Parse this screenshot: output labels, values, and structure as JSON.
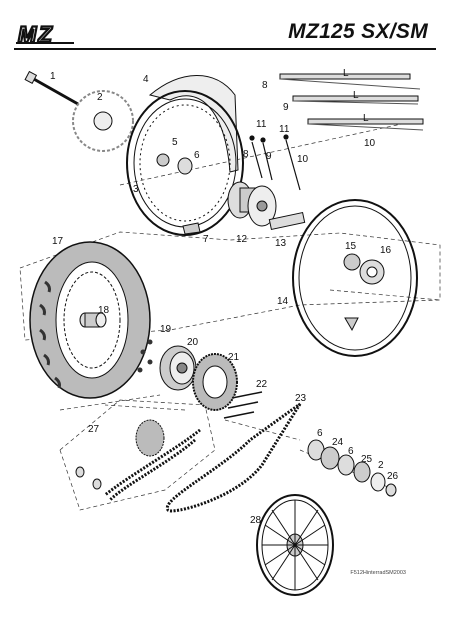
{
  "header": {
    "brand": "MZ",
    "model": "MZ125 SX/SM"
  },
  "callouts": {
    "p1": "1",
    "p2": "2",
    "p3": "3",
    "p4": "4",
    "p5": "5",
    "p6": "6",
    "p7": "7",
    "p8": "8",
    "p9": "9",
    "p10": "10",
    "p11a": "11",
    "p11b": "11",
    "p12": "12",
    "p13": "13",
    "p14": "14",
    "p15": "15",
    "p16": "16",
    "p17": "17",
    "p18": "18",
    "p19": "19",
    "p20": "20",
    "p21": "21",
    "p22": "22",
    "p23": "23",
    "p24": "24",
    "p25": "25",
    "p26": "26",
    "p27": "27",
    "p28": "28",
    "p6b": "6",
    "p6c": "6",
    "p2b": "2",
    "p8b": "8",
    "p9b": "9"
  },
  "length_markers": {
    "L8": "L",
    "L9": "L",
    "L10": "L"
  },
  "footer": {
    "code": "F512HinterradSM2003"
  }
}
